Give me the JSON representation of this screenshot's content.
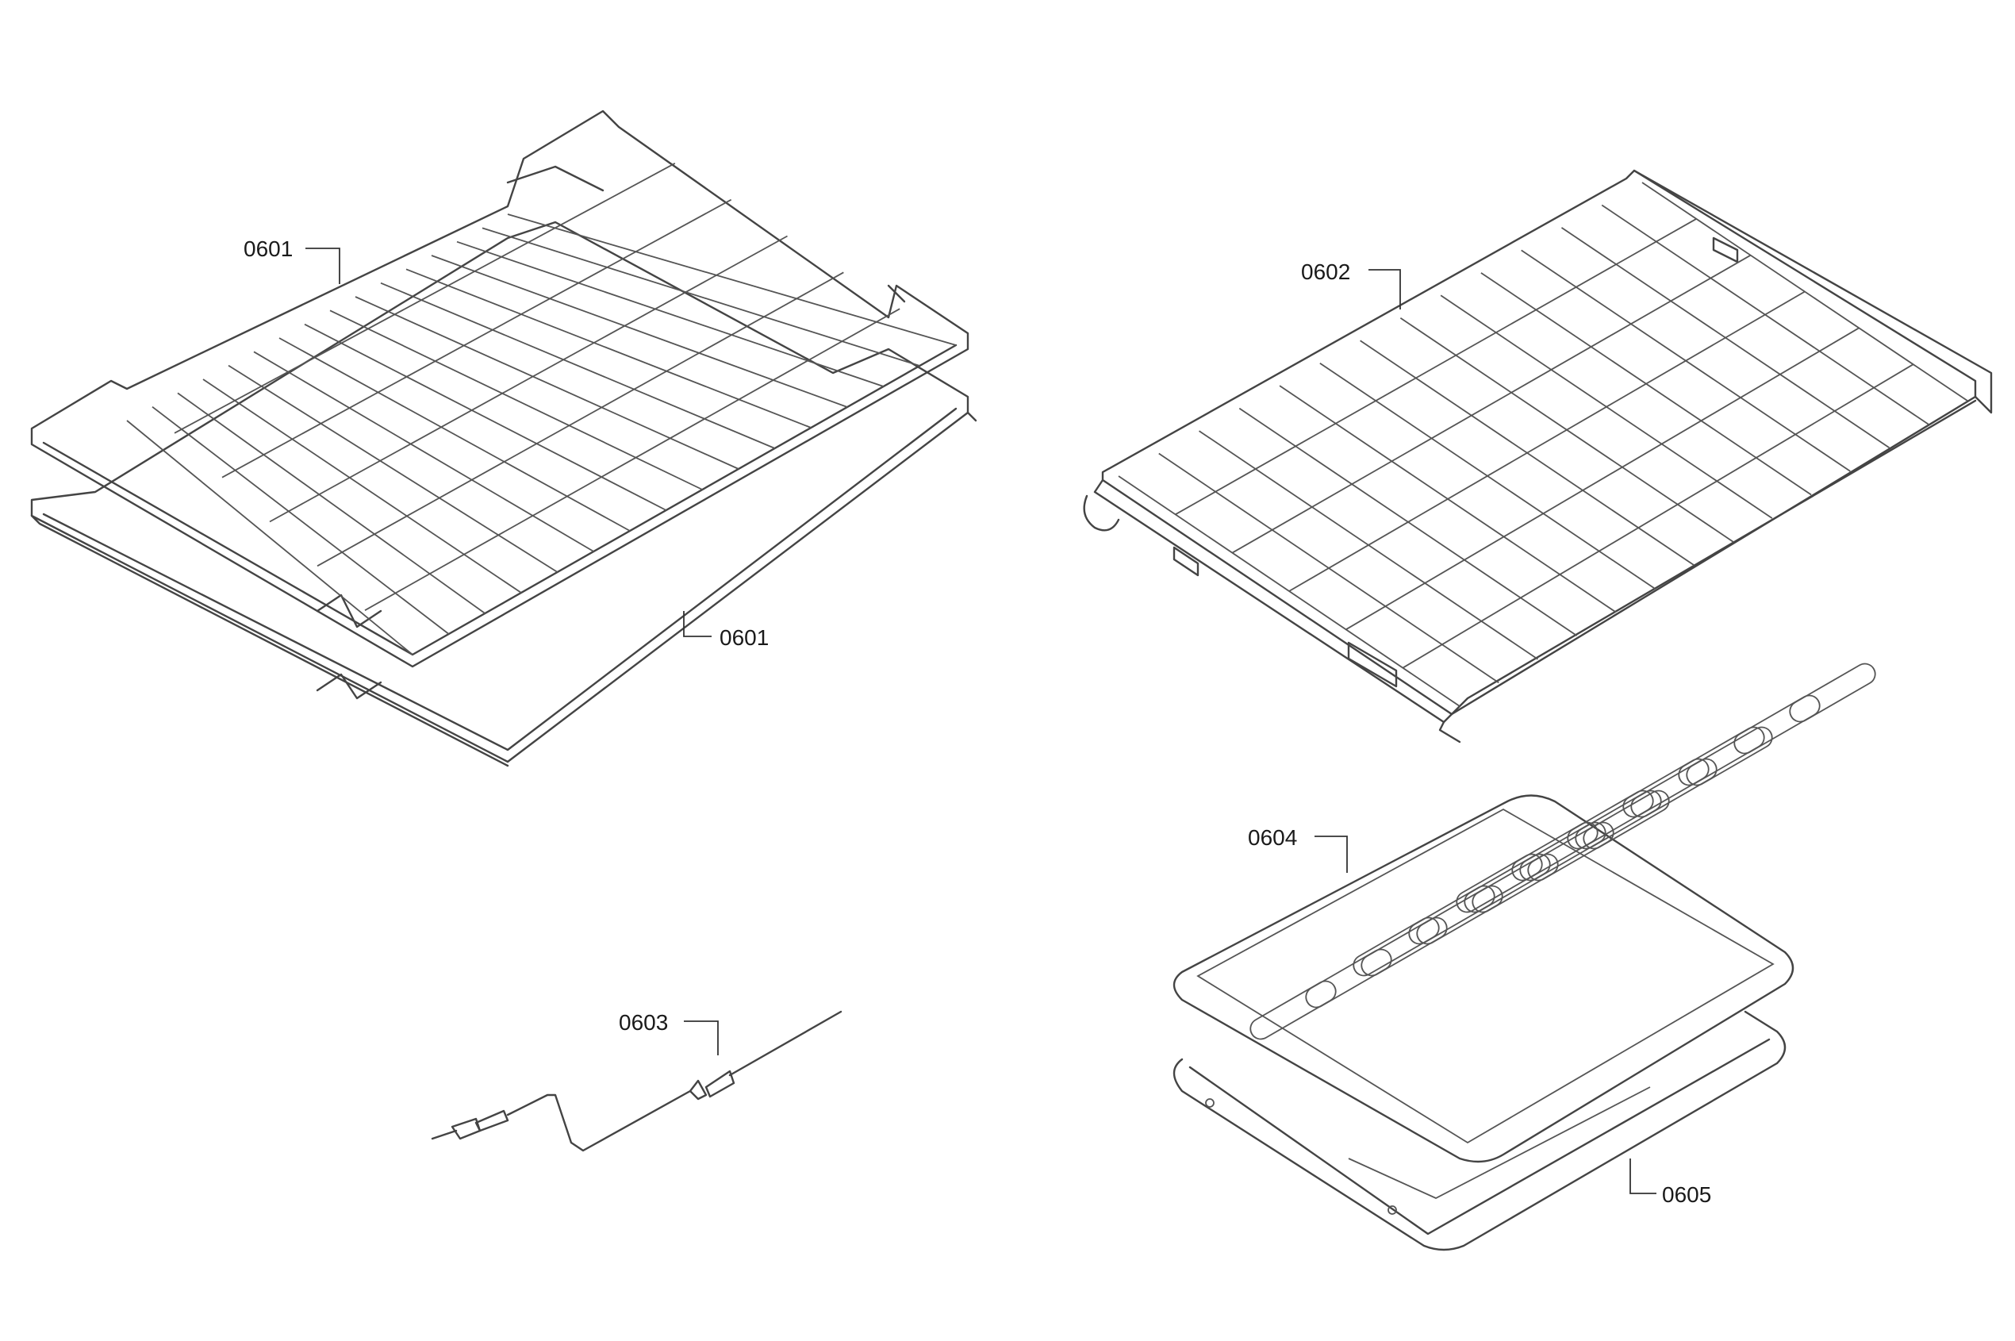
{
  "labels": {
    "rack_top": "0601",
    "rack_bottom": "0601",
    "sliding_rack": "0602",
    "meat_probe": "0603",
    "broil_grid": "0604",
    "broil_pan": "0605"
  },
  "colors": {
    "background": "#ffffff",
    "line": "#444444",
    "text": "#1a1a1a"
  }
}
